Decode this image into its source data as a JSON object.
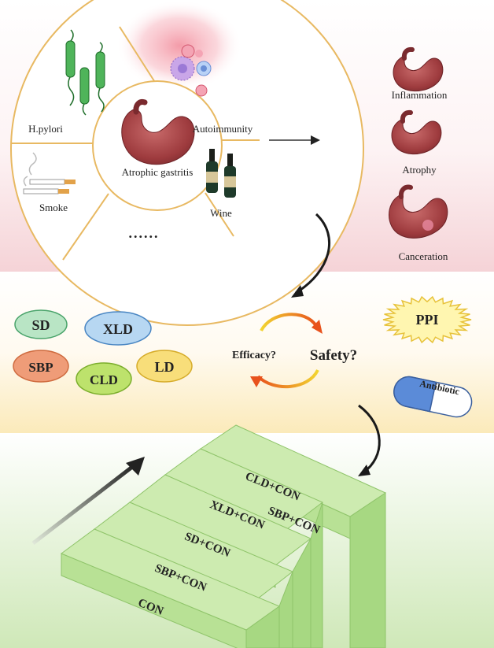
{
  "wheel": {
    "center_label": "Atrophic gastritis",
    "segments": [
      {
        "label": "H.pylori",
        "icon": "bacteria-icon"
      },
      {
        "label": "Autoimmunity",
        "icon": "immune-cells-icon"
      },
      {
        "label": "Wine",
        "icon": "wine-bottles-icon"
      },
      {
        "label": "......",
        "icon": ""
      },
      {
        "label": "Smoke",
        "icon": "cigarettes-icon"
      }
    ]
  },
  "progression": [
    "Inflammation",
    "Atrophy",
    "Canceration"
  ],
  "treatments": {
    "chinese_medicines": [
      {
        "label": "SD",
        "color": "#b9e5c5",
        "stroke": "#49a36a"
      },
      {
        "label": "XLD",
        "color": "#b7d7f2",
        "stroke": "#4a86c3"
      },
      {
        "label": "SBP",
        "color": "#ef9c78",
        "stroke": "#cf6b3f"
      },
      {
        "label": "CLD",
        "color": "#bde26c",
        "stroke": "#7bae2c"
      },
      {
        "label": "LD",
        "color": "#f8de7a",
        "stroke": "#d6ac2a"
      }
    ],
    "questions": {
      "efficacy": "Efficacy?",
      "safety": "Safety?"
    },
    "western": {
      "ppi": "PPI",
      "antibiotic": "Antibiotic"
    }
  },
  "steps": [
    "CON",
    "SBP+CON",
    "SD+CON",
    "XLD+CON",
    "SBP+CON",
    "CLD+CON"
  ],
  "colors": {
    "wheel_stroke": "#e8b962",
    "band_pink": "#f6d6d9",
    "band_yellow": "#fbefc8",
    "band_green": "#d6ecc2",
    "step_top": "#cdebb0",
    "step_face": "#a7d882"
  }
}
